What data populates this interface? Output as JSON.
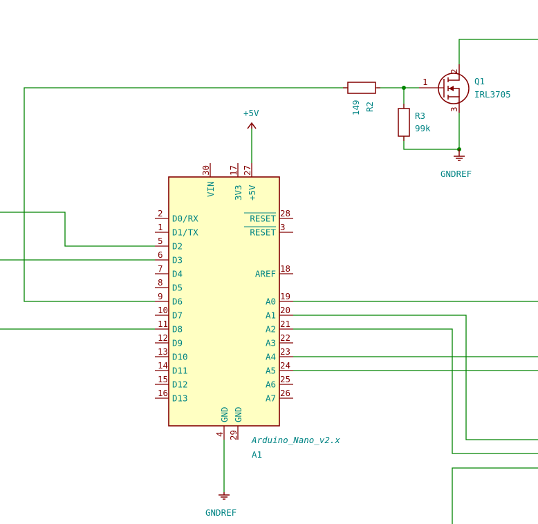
{
  "arduino": {
    "value": "Arduino_Nano_v2.x",
    "ref": "A1",
    "left_pins": [
      {
        "name": "D0/RX",
        "num": "2"
      },
      {
        "name": "D1/TX",
        "num": "1"
      },
      {
        "name": "D2",
        "num": "5"
      },
      {
        "name": "D3",
        "num": "6"
      },
      {
        "name": "D4",
        "num": "7"
      },
      {
        "name": "D5",
        "num": "8"
      },
      {
        "name": "D6",
        "num": "9"
      },
      {
        "name": "D7",
        "num": "10"
      },
      {
        "name": "D8",
        "num": "11"
      },
      {
        "name": "D9",
        "num": "12"
      },
      {
        "name": "D10",
        "num": "13"
      },
      {
        "name": "D11",
        "num": "14"
      },
      {
        "name": "D12",
        "num": "15"
      },
      {
        "name": "D13",
        "num": "16"
      }
    ],
    "right_pins": [
      {
        "name": "RESET",
        "num": "28"
      },
      {
        "name": "RESET",
        "num": "3"
      },
      {
        "name": "AREF",
        "num": "18"
      },
      {
        "name": "A0",
        "num": "19"
      },
      {
        "name": "A1",
        "num": "20"
      },
      {
        "name": "A2",
        "num": "21"
      },
      {
        "name": "A3",
        "num": "22"
      },
      {
        "name": "A4",
        "num": "23"
      },
      {
        "name": "A5",
        "num": "24"
      },
      {
        "name": "A6",
        "num": "25"
      },
      {
        "name": "A7",
        "num": "26"
      }
    ],
    "top_pins": [
      {
        "name": "VIN",
        "num": "30"
      },
      {
        "name": "3V3",
        "num": "17"
      },
      {
        "name": "+5V",
        "num": "27"
      }
    ],
    "bottom_pins": [
      {
        "name": "GND",
        "num": "4"
      },
      {
        "name": "GND",
        "num": "29"
      }
    ]
  },
  "power": {
    "plus5v": "+5V",
    "gnd_bottom": "GNDREF",
    "gnd_top": "GNDREF"
  },
  "r2": {
    "ref": "R2",
    "value": "149"
  },
  "r3": {
    "ref": "R3",
    "value": "99k"
  },
  "q1": {
    "ref": "Q1",
    "value": "IRL3705",
    "pin_gate": "1",
    "pin_drain": "2",
    "pin_source": "3"
  },
  "colors": {
    "wire": "#008400",
    "component": "#840000",
    "body_fill": "#ffffc2",
    "text": "#008484"
  }
}
